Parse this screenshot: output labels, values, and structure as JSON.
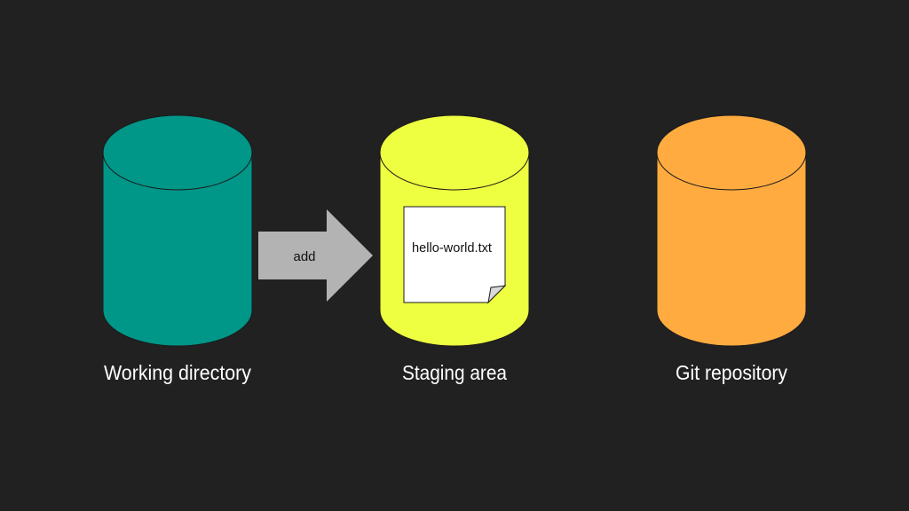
{
  "diagram": {
    "stores": [
      {
        "id": "working",
        "label": "Working directory",
        "color": "#009688"
      },
      {
        "id": "staging",
        "label": "Staging area",
        "color": "#eeff41"
      },
      {
        "id": "repo",
        "label": "Git repository",
        "color": "#ffab40"
      }
    ],
    "arrow": {
      "label": "add",
      "color": "#b3b3b3"
    },
    "file": {
      "name": "hello-world.txt"
    },
    "background": "#212121"
  }
}
